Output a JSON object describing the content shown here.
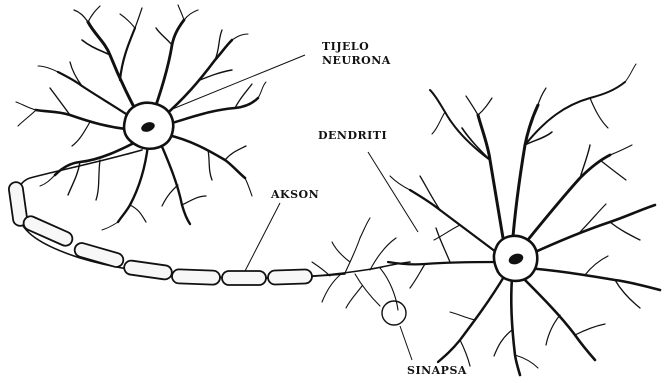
{
  "labels": {
    "cell_body_line1": "TIJELO",
    "cell_body_line2": "NEURONA",
    "dendrites": "DENDRITI",
    "axon": "AKSON",
    "synapse": "SINAPSA"
  },
  "colors": {
    "ink": "#111111",
    "background": "#ffffff",
    "sheath_fill": "#f7f7f7"
  }
}
